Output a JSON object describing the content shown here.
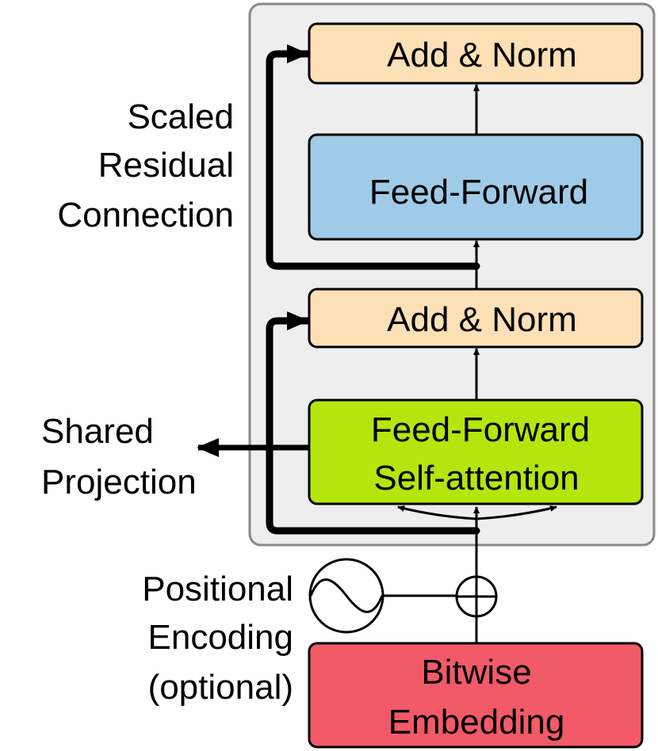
{
  "blocks": {
    "add_norm_top": "Add & Norm",
    "feed_forward": "Feed-Forward",
    "add_norm_bottom": "Add & Norm",
    "attention_line1": "Feed-Forward",
    "attention_line2": "Self-attention",
    "embedding_line1": "Bitwise",
    "embedding_line2": "Embedding"
  },
  "labels": {
    "residual": [
      "Scaled",
      "Residual",
      "Connection"
    ],
    "projection": [
      "Shared",
      "Projection"
    ],
    "positional": [
      "Positional",
      "Encoding",
      "(optional)"
    ]
  },
  "colors": {
    "container": "#eeeeee",
    "add_norm": "#fde0b6",
    "feed_forward": "#9fcbe8",
    "attention": "#b4e60e",
    "embedding": "#f25a68"
  }
}
